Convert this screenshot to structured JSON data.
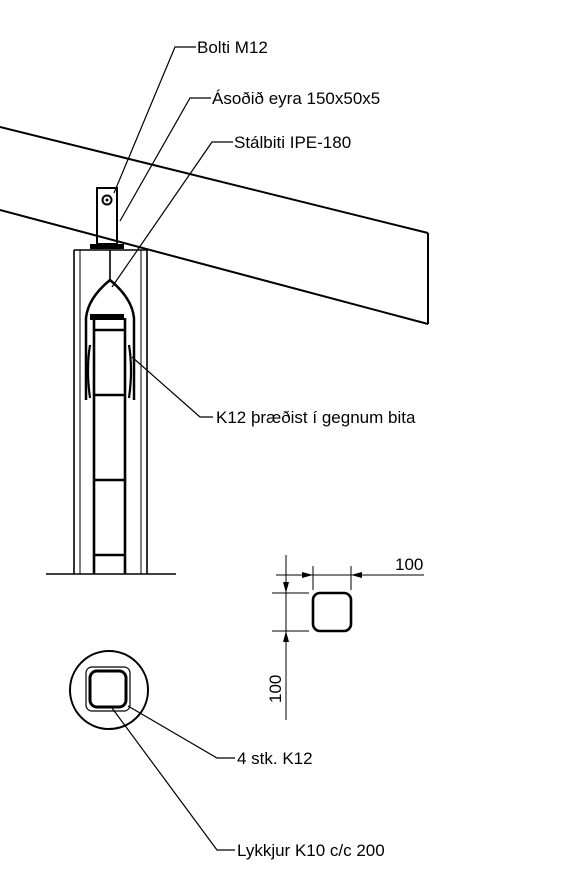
{
  "labels": {
    "bolt": "Bolti M12",
    "welded_ear": "Ásoðið eyra 150x50x5",
    "steel_beam": "Stálbiti IPE-180",
    "rebar_through": "K12 þræðist í gegnum bita",
    "rebar_count": "4 stk. K12",
    "stirrups": "Lykkjur K10 c/c 200"
  },
  "dimensions": {
    "width": "100",
    "height": "100"
  }
}
